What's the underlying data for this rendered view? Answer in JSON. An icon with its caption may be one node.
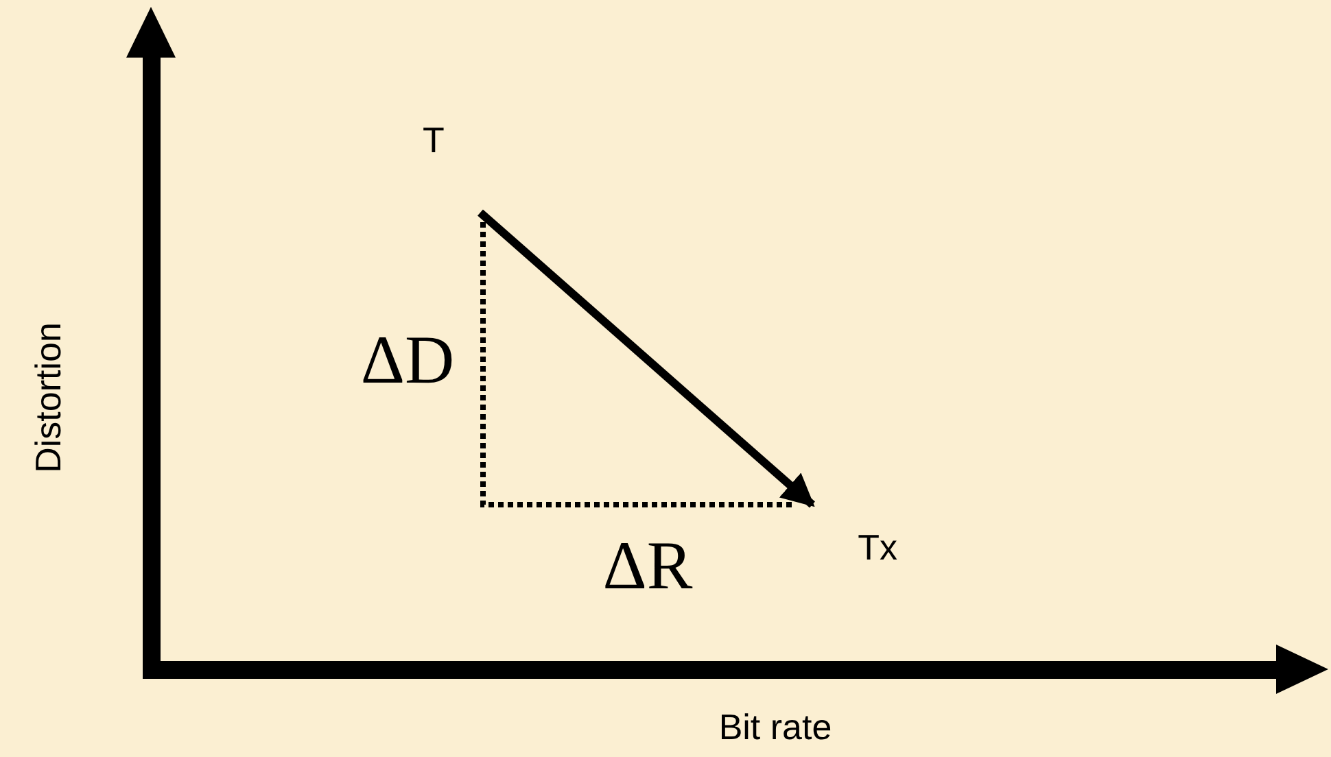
{
  "diagram": {
    "nodes": [
      {
        "text": [
          "T"
        ]
      },
      {
        "text": [
          "Tx"
        ]
      }
    ],
    "edges": [
      {
        "from": 0,
        "to": 1,
        "arrow": "to"
      }
    ],
    "labels": [
      "ΔD",
      "ΔR",
      "Distortion",
      "Bit rate"
    ]
  }
}
